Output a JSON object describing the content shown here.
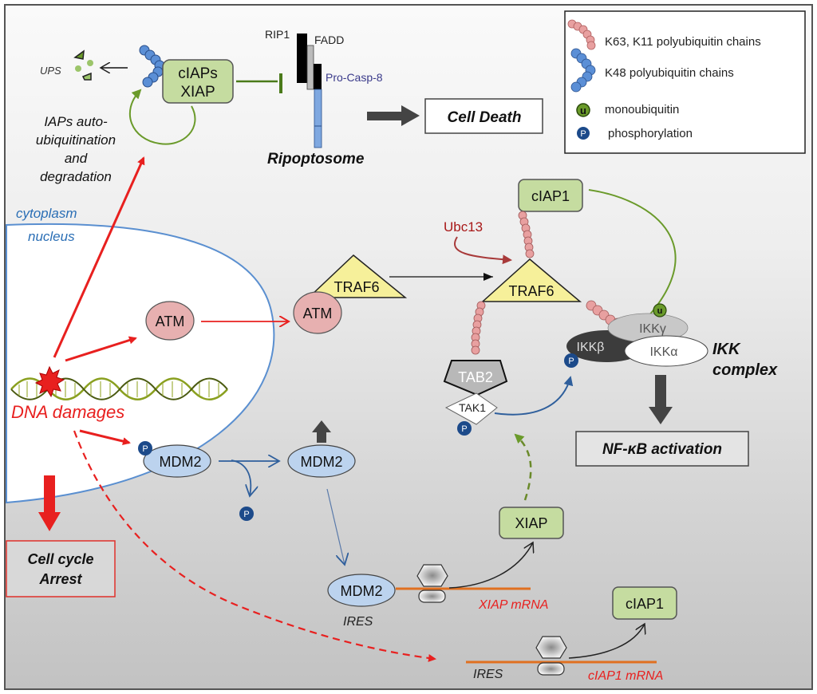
{
  "legend": {
    "items": [
      {
        "icon": "k63-k11-polyubiquitin-chain",
        "label": "K63, K11 polyubiquitin chains"
      },
      {
        "icon": "k48-polyubiquitin-chain",
        "label": "K48 polyubiquitin chains"
      },
      {
        "icon": "monoubiquitin",
        "symbol": "u",
        "label": "monoubiquitin"
      },
      {
        "icon": "phosphorylation",
        "symbol": "P",
        "label": "phosphorylation"
      }
    ]
  },
  "colors": {
    "pink_ub": "#e8a0a0",
    "blue_ub": "#5b8fd6",
    "green_box": "#c5dca0",
    "yellow_traf": "#f6f09a",
    "red_arrow": "#e8201f",
    "green_arrow": "#6a9a2a",
    "blue_arrow": "#2f5f9c",
    "phospho": "#1c4a8a",
    "mrna": "#e07020",
    "membrane": "#5a8fd0"
  },
  "top": {
    "ups": "UPS",
    "ciaps_line1": "cIAPs",
    "ciaps_line2": "XIAP",
    "auto_ubiq": [
      "IAPs auto-",
      "ubiquitination",
      "and",
      "degradation"
    ],
    "rip1": "RIP1",
    "fadd": "FADD",
    "procasp8": "Pro-Casp-8",
    "ripoptosome": "Ripoptosome",
    "cell_death": "Cell Death"
  },
  "compartments": {
    "cytoplasm": "cytoplasm",
    "nucleus": "nucleus"
  },
  "nodes": {
    "atm_nucleus": "ATM",
    "atm_complex": "ATM",
    "traf6_left": "TRAF6",
    "traf6_right": "TRAF6",
    "ubc13": "Ubc13",
    "ciap1_top": "cIAP1",
    "tab2": "TAB2",
    "tak1": "TAK1",
    "ikk_gamma": "IKKγ",
    "ikk_beta": "IKKβ",
    "ikk_alpha": "IKKα",
    "ikk_complex": [
      "IKK",
      "complex"
    ],
    "nfkb": "NF-κB activation",
    "dna_damages": "DNA damages",
    "mdm2_p": "MDM2",
    "mdm2_mid": "MDM2",
    "mdm2_ires": "MDM2",
    "ires1": "IRES",
    "ires2": "IRES",
    "xiap": "XIAP",
    "xiap_mrna": "XIAP mRNA",
    "ciap1_bottom": "cIAP1",
    "ciap1_mrna": "cIAP1 mRNA",
    "cell_cycle": [
      "Cell cycle",
      "Arrest"
    ],
    "p_symbol": "P",
    "u_symbol": "u"
  }
}
